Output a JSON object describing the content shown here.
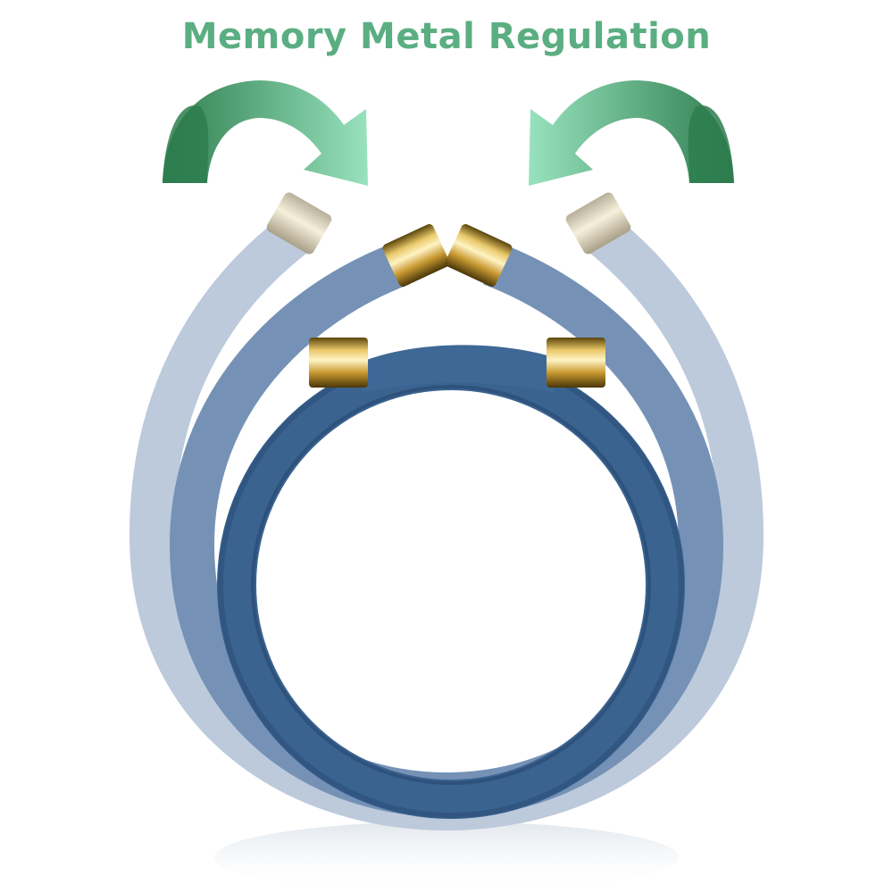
{
  "title": {
    "text": "Memory Metal Regulation",
    "color": "#5aae82"
  },
  "colors": {
    "arrow_dark": "#2e7d4f",
    "arrow_light": "#8fdcb4",
    "ring_front": "#3a6390",
    "ring_mid": "#6f8fb3",
    "ring_back": "#b9c8d8",
    "gold": "#d9b24a",
    "gold_highlight": "#fff3c4",
    "gold_shadow": "#6e5410"
  },
  "graphics": {
    "arrow_left": "curved-arrow-clockwise",
    "arrow_right": "curved-arrow-counterclockwise",
    "bracelet": "leather-bracelet-memory-metal"
  }
}
